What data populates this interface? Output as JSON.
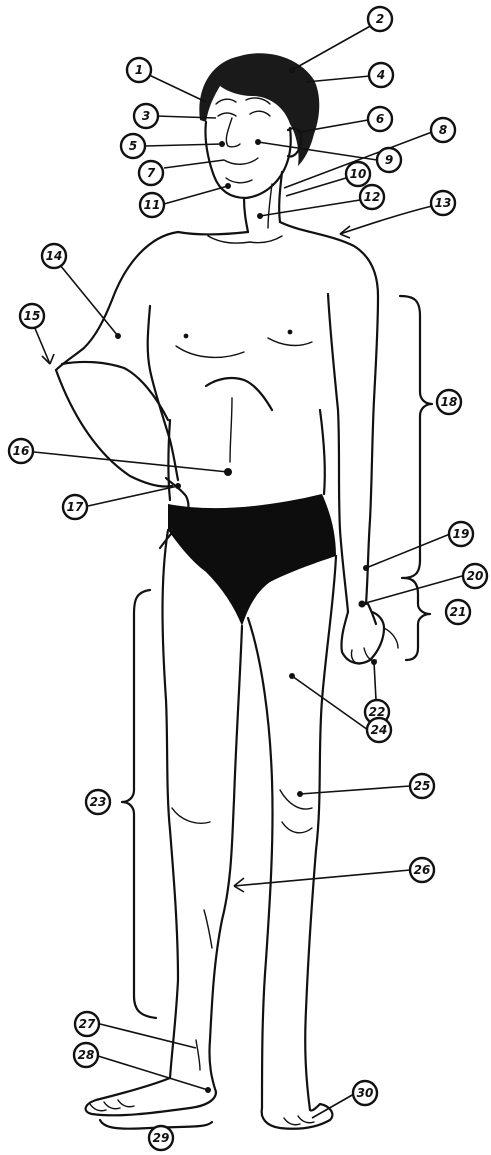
{
  "labels": [
    "1",
    "2",
    "3",
    "4",
    "5",
    "6",
    "7",
    "8",
    "9",
    "10",
    "11",
    "12",
    "13",
    "14",
    "15",
    "16",
    "17",
    "18",
    "19",
    "20",
    "21",
    "22",
    "23",
    "24",
    "25",
    "26",
    "27",
    "28",
    "29",
    "30"
  ],
  "colors": {
    "ink": "#111111",
    "paper": "#ffffff"
  }
}
